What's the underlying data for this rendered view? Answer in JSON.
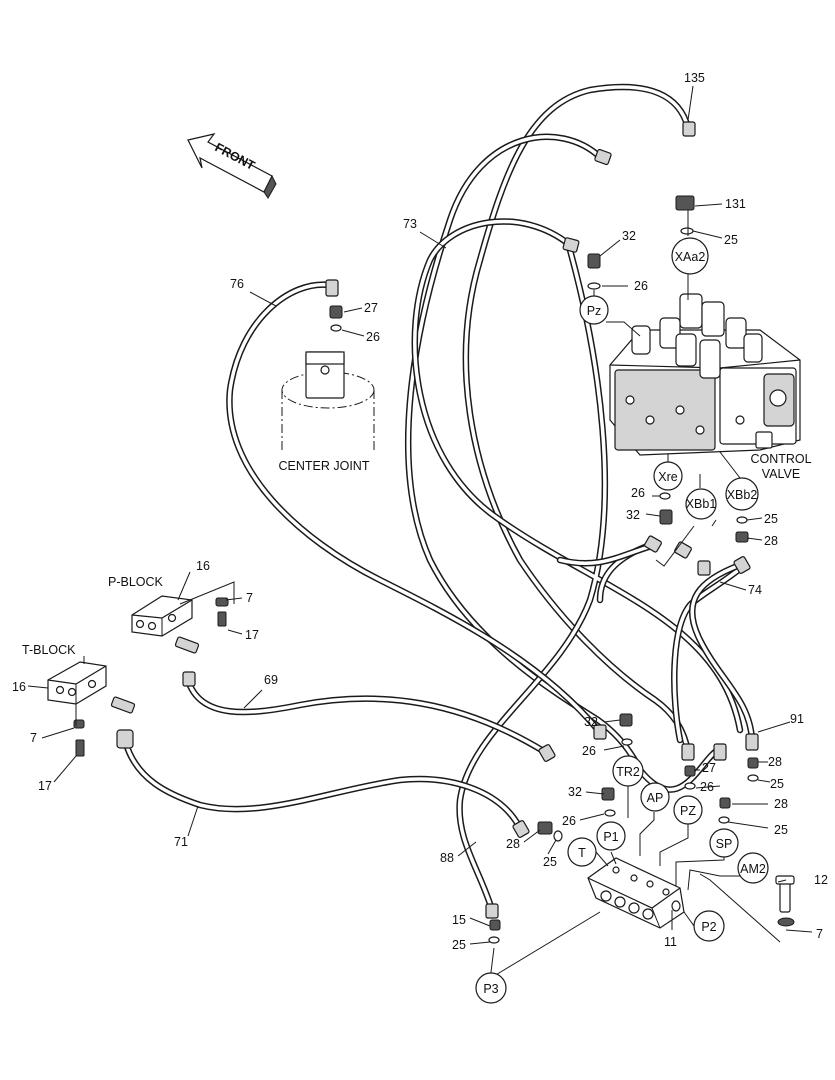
{
  "arrow": {
    "label": "FRONT"
  },
  "components": {
    "center_joint": "CENTER JOINT",
    "control_valve": [
      "CONTROL",
      "VALVE"
    ],
    "p_block": "P-BLOCK",
    "t_block": "T-BLOCK"
  },
  "ports": {
    "xaa2": "XAa2",
    "pz_top": "Pz",
    "xre": "Xre",
    "xbb1": "XBb1",
    "xbb2": "XBb2",
    "tr2": "TR2",
    "ap": "AP",
    "pz_low": "PZ",
    "p1": "P1",
    "t": "T",
    "sp": "SP",
    "am2": "AM2",
    "p2": "P2",
    "p3": "P3"
  },
  "callouts": {
    "c135": "135",
    "c131": "131",
    "c25_a": "25",
    "c73": "73",
    "c32_a": "32",
    "c26_a": "26",
    "c76": "76",
    "c27_a": "27",
    "c26_b": "26",
    "c26_c": "26",
    "c32_b": "32",
    "c25_b": "25",
    "c28_a": "28",
    "c74": "74",
    "c16_a": "16",
    "c7_a": "7",
    "c17_a": "17",
    "c16_b": "16",
    "c7_b": "7",
    "c17_b": "17",
    "c69": "69",
    "c91": "91",
    "c32_c": "32",
    "c26_d": "26",
    "c27_b": "27",
    "c26_e": "26",
    "c28_b": "28",
    "c25_c": "25",
    "c32_d": "32",
    "c26_f": "26",
    "c28_c": "28",
    "c25_d": "25",
    "c25_e": "25",
    "c71": "71",
    "c88": "88",
    "c15": "15",
    "c25_f": "25",
    "c11": "11",
    "c12": "12",
    "c7_c": "7"
  }
}
